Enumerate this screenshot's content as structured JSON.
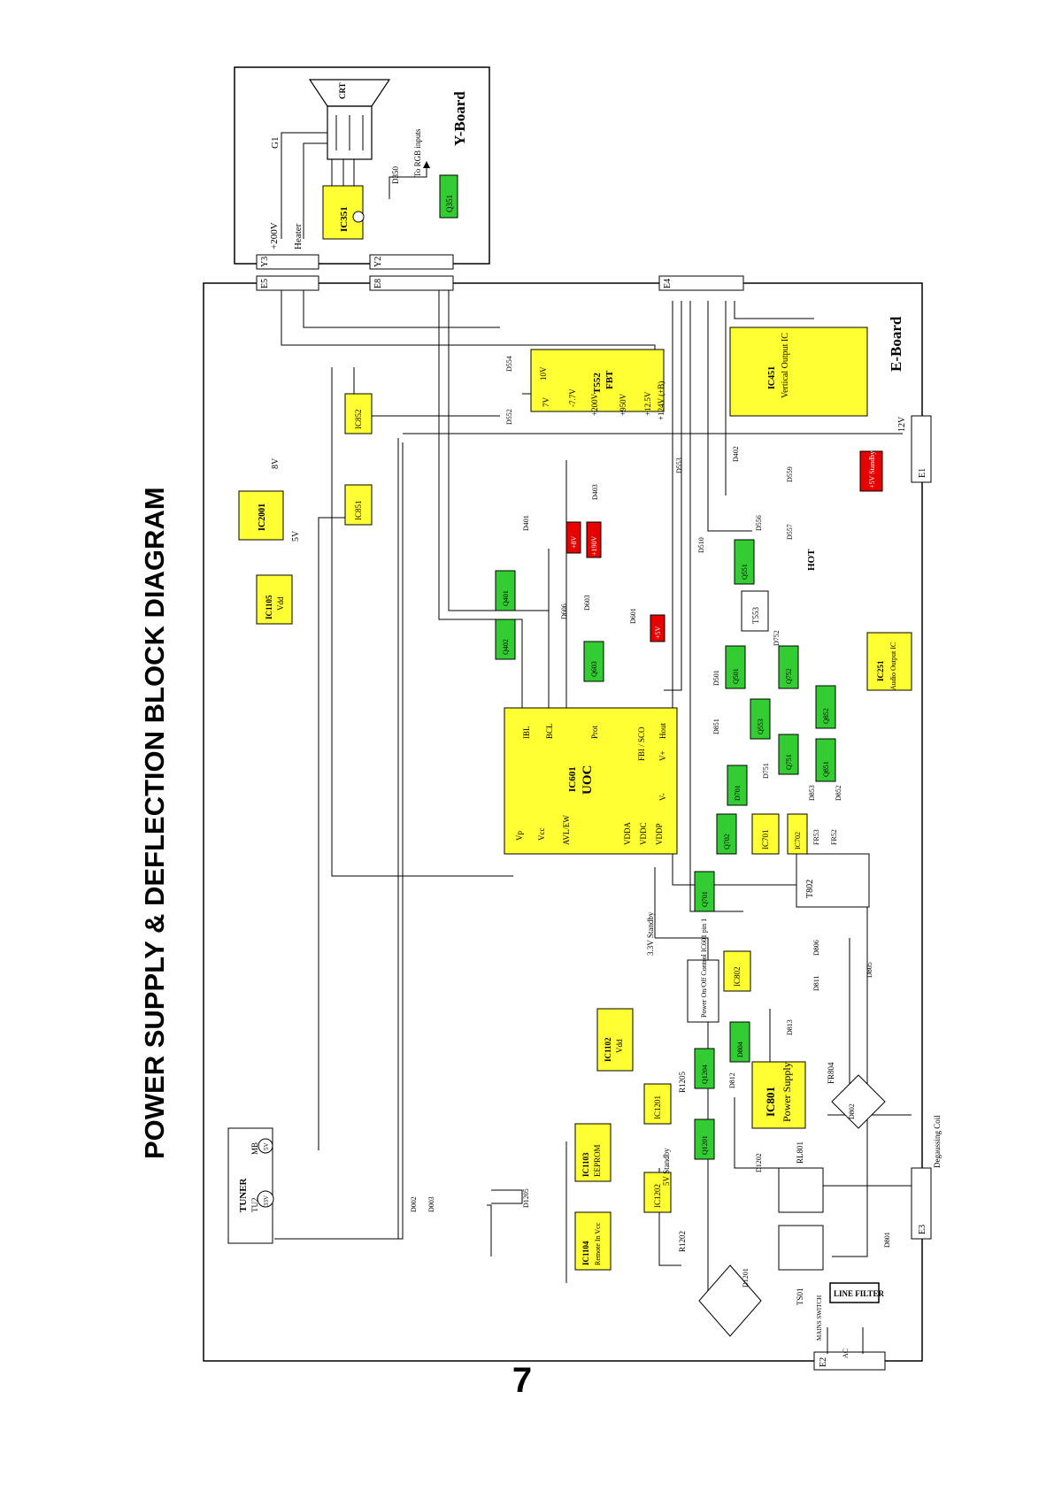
{
  "title": "POWER SUPPLY & DEFLECTION BLOCK DIAGRAM",
  "page_number": "7",
  "colors": {
    "ic_fill": "#ffff33",
    "transistor_fill": "#33cc33",
    "supply_fill": "#e60000"
  },
  "boards": {
    "y_board": "Y-Board",
    "e_board": "E-Board"
  },
  "y_board": {
    "crt": "CRT",
    "g1": "G1",
    "ic351": "IC351",
    "q351": "Q351",
    "d350": "D350",
    "rgb": "To RGB inputs",
    "v200": "+200V",
    "heater": "Heater"
  },
  "connectors": {
    "y3": "Y3",
    "y2": "Y2",
    "e5": "E5",
    "e8": "E8",
    "e4": "E4",
    "e1": "E1",
    "e3": "E3",
    "e2": "E2"
  },
  "fbt": {
    "name": "T552",
    "sub": "FBT",
    "pins": [
      "10V",
      "7V",
      "-7.7V",
      "+200V",
      "+950V",
      "+12.5V",
      "+124V (+B)"
    ]
  },
  "ic451": {
    "name": "IC451",
    "desc": "Vertical Output IC"
  },
  "uoc": {
    "name": "IC601",
    "sub": "UOC",
    "pins": [
      "IBL",
      "BCL",
      "Prot",
      "FBI / SCO",
      "Hout",
      "V+",
      "V-",
      "Vp",
      "Vcc",
      "AVL/EW",
      "VDDA",
      "VDDC",
      "VDDP"
    ]
  },
  "power_ic": {
    "name": "IC801",
    "desc": "Power Supply"
  },
  "ics": {
    "ic2001": "IC2001",
    "ic1105": "IC1105",
    "ic1105_sub": "Vdd",
    "ic852": "IC852",
    "ic851": "IC851",
    "ic1102": "IC1102",
    "ic1102_sub": "Vdd",
    "ic1103": "IC1103",
    "ic1103_sub": "EEPROM",
    "ic1104": "IC1104",
    "ic1104_sub": "Remote In Vcc",
    "ic1201": "IC1201",
    "ic1202": "IC1202",
    "ic802": "IC802",
    "ic701": "IC701",
    "ic702": "IC702",
    "ic251": "IC251",
    "ic251_sub": "Audio Output IC"
  },
  "transistors": [
    "Q401",
    "Q402",
    "Q603",
    "Q551",
    "Q501",
    "Q752",
    "Q553",
    "Q751",
    "Q852",
    "Q851",
    "Q702",
    "Q701",
    "Q1204",
    "Q1201",
    "D804",
    "D701"
  ],
  "supplies": {
    "v8": "+8V",
    "v190": "+190V",
    "v5": "+5V",
    "v5sb": "+5V Standby"
  },
  "diodes": [
    "D554",
    "D552",
    "D553",
    "D403",
    "D401",
    "D402",
    "D559",
    "D556",
    "D557",
    "D510",
    "D606",
    "D603",
    "D601",
    "D501",
    "D851",
    "D751",
    "D853",
    "D852",
    "D752",
    "D806",
    "D811",
    "D805",
    "D813",
    "D812",
    "D802",
    "D1202",
    "D1201",
    "D801",
    "D1205",
    "D002",
    "D003"
  ],
  "misc": {
    "tuner": "TUNER",
    "tu2": "TU2",
    "v33": "33V",
    "mb": "MB",
    "v5": "5V",
    "t553": "T553",
    "hot": "HOT",
    "t802": "T802",
    "fr52": "FR52",
    "fr53": "FR53",
    "fr804": "FR804",
    "r1205": "R1205",
    "r1202": "R1202",
    "rl801": "RL801",
    "ts01": "TS01",
    "degauss": "Degaussing Coil",
    "line_filter": "LINE FILTER",
    "mains": "MAINS SWITCH",
    "ac": "AC",
    "standby33": "3.3V Standby",
    "standby5": "5V Standby",
    "v12": "12V",
    "v8": "8V",
    "v5b": "5V",
    "power_ctrl": "Power On/Off Control IC601 pin 1"
  }
}
